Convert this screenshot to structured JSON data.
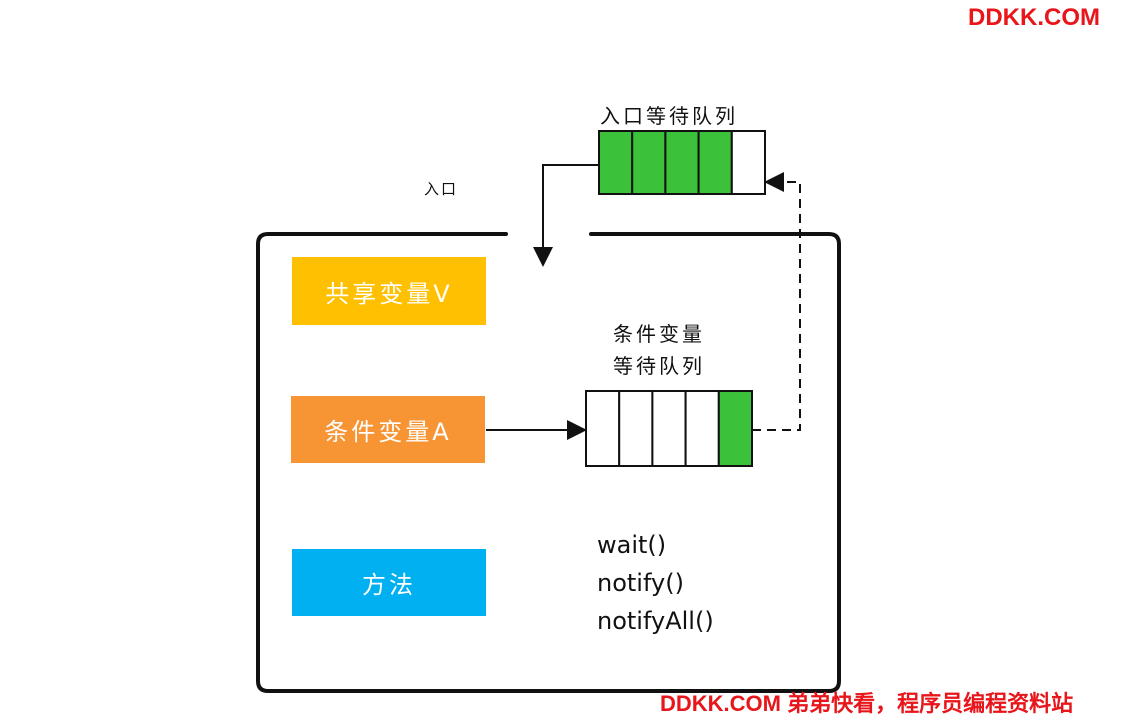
{
  "watermark": {
    "top": "DDKK.COM",
    "bottom": "DDKK.COM 弟弟快看，程序员编程资料站"
  },
  "entry_queue": {
    "title": "入口等待队列",
    "slots_filled": 4,
    "slots_total": 5
  },
  "entry_label": "入口",
  "monitor": {
    "shared_variable": "共享变量V",
    "condition_variable": "条件变量A",
    "methods_label": "方法",
    "condition_queue": {
      "title_line1": "条件变量",
      "title_line2": "等待队列",
      "slots_filled": 1,
      "slots_total": 5
    },
    "methods": [
      "wait()",
      "notify()",
      "notifyAll()"
    ]
  },
  "colors": {
    "queue_fill": "#3cc13b",
    "shared_box": "#fec000",
    "condition_box": "#f79433",
    "methods_box": "#00b0f0",
    "watermark": "#e8161b"
  }
}
